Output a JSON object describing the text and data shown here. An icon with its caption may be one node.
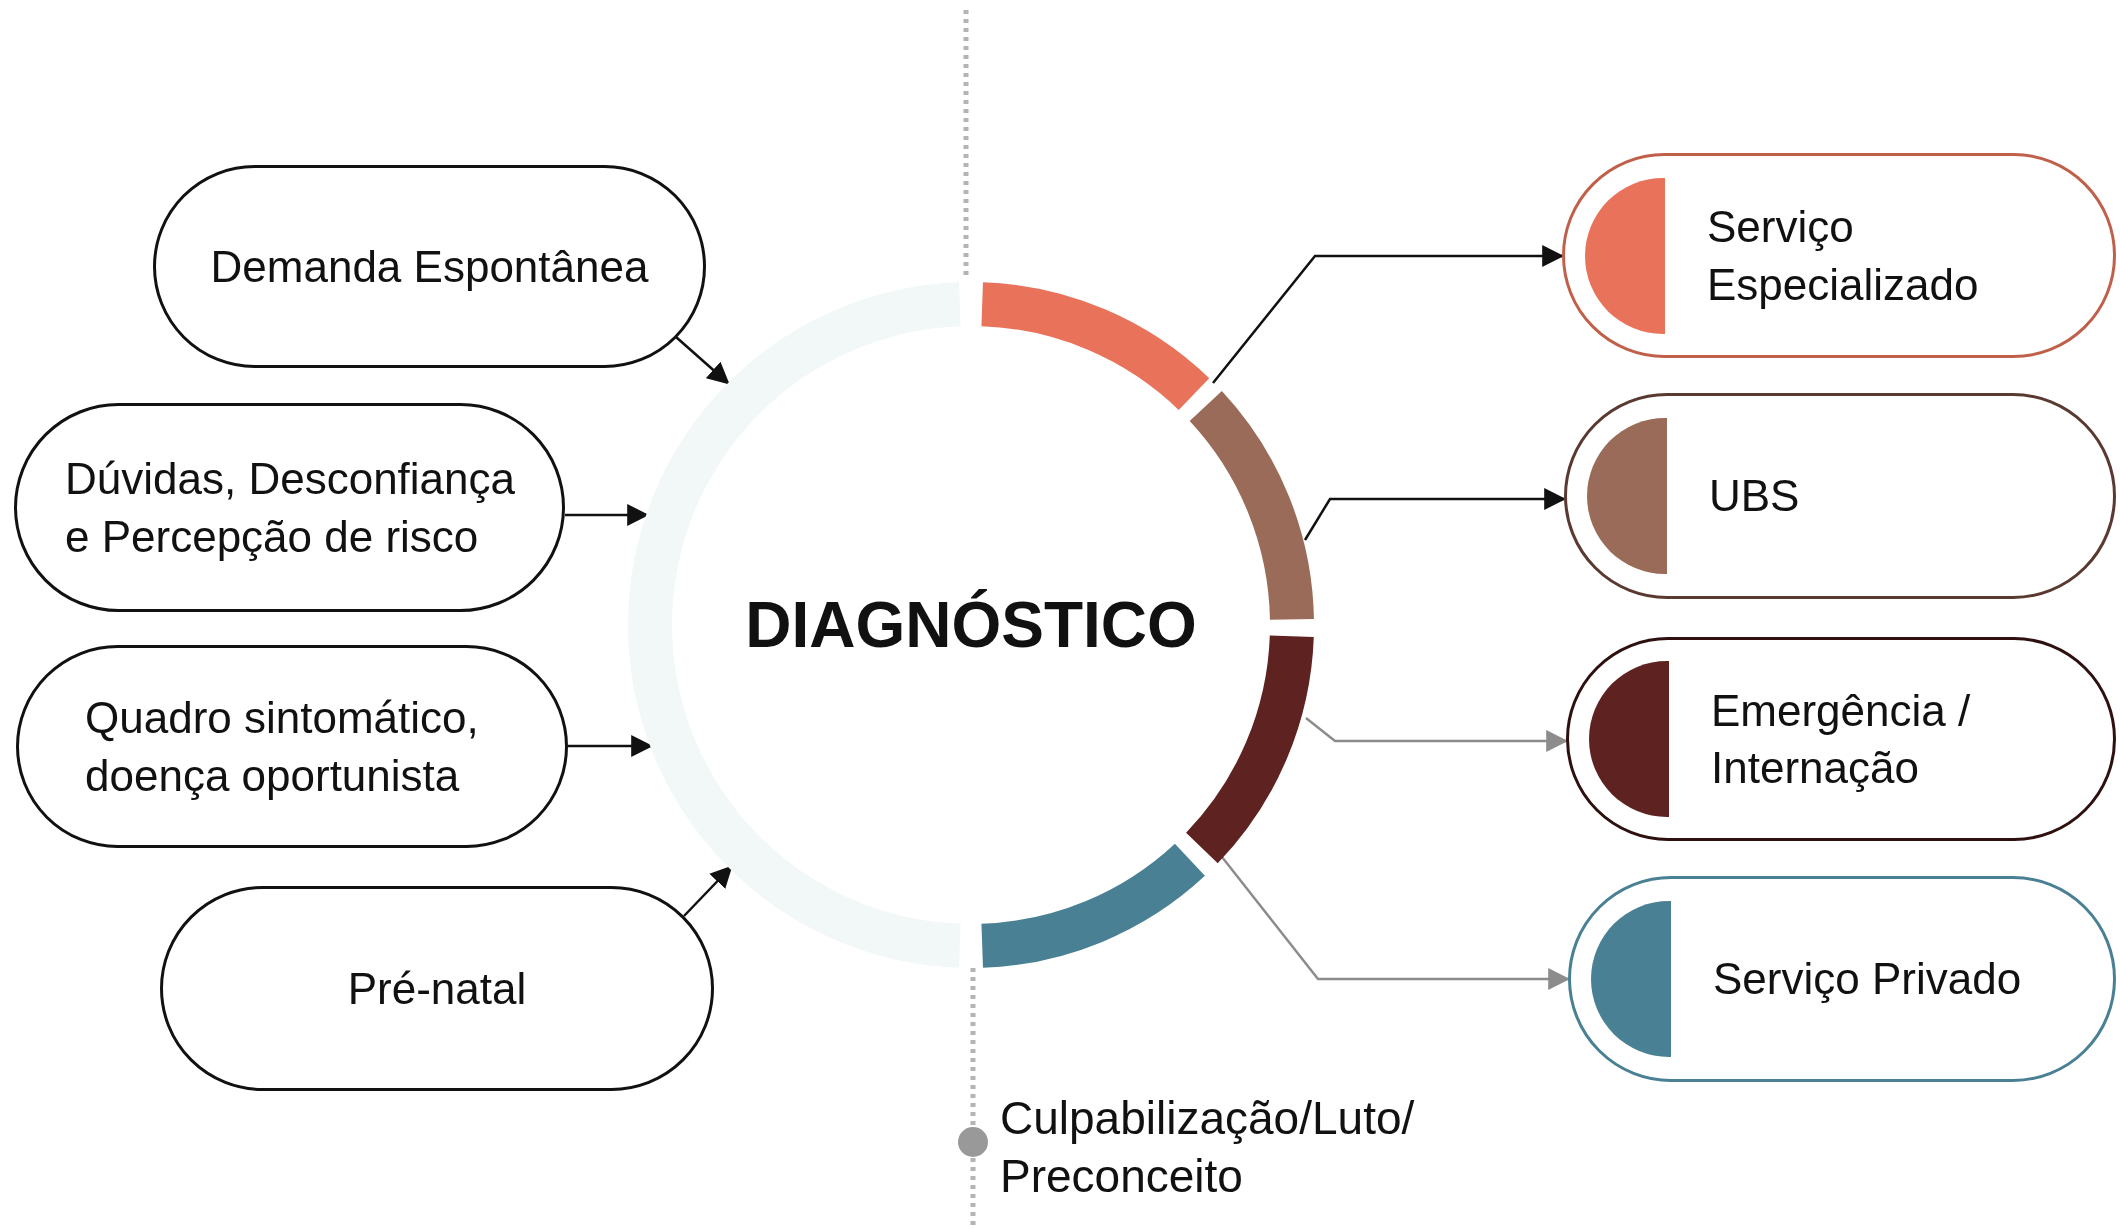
{
  "diagram": {
    "nodes": [
      {
        "text": [
          "Demanda Espontânea"
        ]
      },
      {
        "text": [
          "Dúvidas, Desconfiança e Percepção de risco"
        ]
      },
      {
        "text": [
          "Quadro sintomático, doença oportunista"
        ]
      },
      {
        "text": [
          "Pré-natal"
        ]
      },
      {
        "text": [
          "DIAGNÓSTICO"
        ]
      },
      {
        "text": [
          "Serviço Especializado"
        ]
      },
      {
        "text": [
          "UBS"
        ]
      },
      {
        "text": [
          "Emergência / Internação"
        ]
      },
      {
        "text": [
          "Serviço Privado"
        ]
      },
      {
        "text": [],
        "shape": "circle",
        "beside": [
          "Culpabilização/Luto/ Preconceito"
        ]
      }
    ],
    "edges": [
      {
        "from": 0,
        "to": 4,
        "arrow": "to"
      },
      {
        "from": 1,
        "to": 4,
        "arrow": "to"
      },
      {
        "from": 2,
        "to": 4,
        "arrow": "to"
      },
      {
        "from": 3,
        "to": 4,
        "arrow": "to"
      },
      {
        "from": 4,
        "to": 5,
        "arrow": "to"
      },
      {
        "from": 4,
        "to": 6,
        "arrow": "to"
      },
      {
        "from": 4,
        "to": 7,
        "arrow": "to",
        "color": "#8c8c8c"
      },
      {
        "from": 4,
        "to": 8,
        "arrow": "to",
        "color": "#8c8c8c"
      },
      {
        "from": 4,
        "to": 9,
        "arrow": "none",
        "style": "dashed",
        "color": "#b4b4b4"
      }
    ]
  }
}
